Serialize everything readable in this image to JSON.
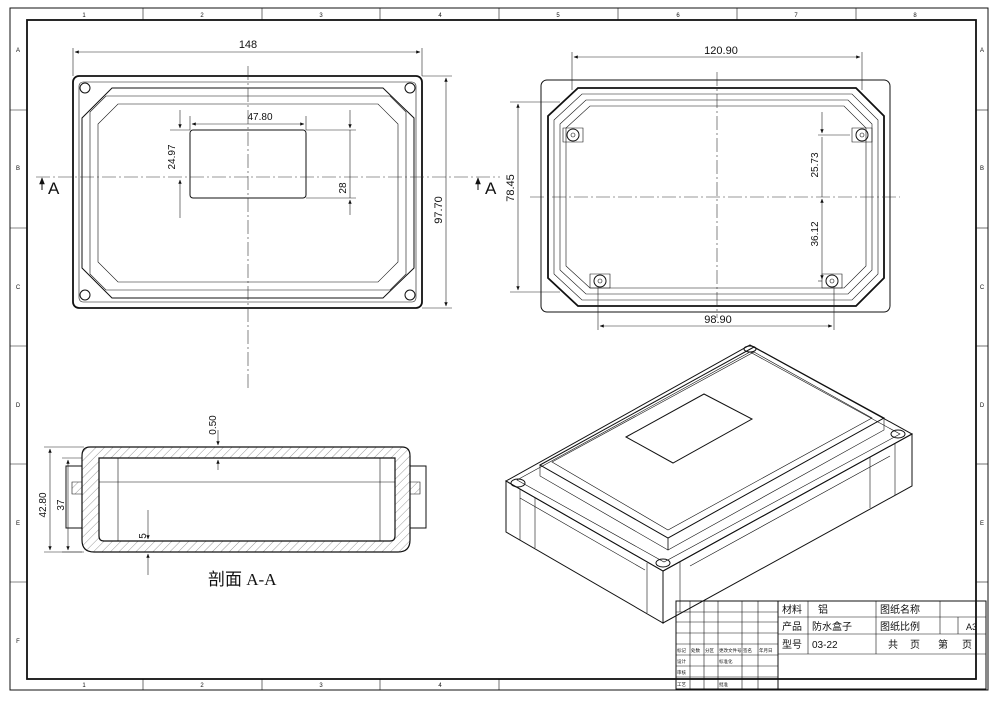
{
  "border": {
    "cols": [
      "1",
      "2",
      "3",
      "4",
      "5",
      "6",
      "7",
      "8"
    ],
    "rows": [
      "A",
      "B",
      "C",
      "D",
      "E",
      "F"
    ]
  },
  "top_view": {
    "width_dim": "148",
    "height_dim": "97.70",
    "window_width": "47.80",
    "window_offset": "24.97",
    "window_height": "28",
    "section_mark_left": "A",
    "section_mark_right": "A"
  },
  "inner_view": {
    "width_dim": "120.90",
    "height_dim": "78.45",
    "hole_spacing_x": "98.90",
    "hole_offset_y": "25.73",
    "hole_spacing_y": "36.12"
  },
  "section_view": {
    "wall": "0.50",
    "height_outer": "42.80",
    "height_inner": "37",
    "floor": "5",
    "caption": "剖面 A-A"
  },
  "title_block": {
    "material_label": "材料",
    "material_value": "铝",
    "drawing_name_label": "图纸名称",
    "product_label": "产品",
    "product_value": "防水盒子",
    "scale_label": "图纸比例",
    "sheet_size": "A3",
    "model_label": "型号",
    "model_value": "03-22",
    "total_label": "共",
    "pages_label": "页",
    "sheet_label": "第",
    "page_label": "页",
    "rev_headers": [
      "标记",
      "处数",
      "分区",
      "更改文件号",
      "签名",
      "年月日"
    ],
    "design_label": "设计",
    "standard_label": "标准化",
    "review_label": "审核",
    "process_label": "工艺",
    "approve_label": "批准"
  }
}
